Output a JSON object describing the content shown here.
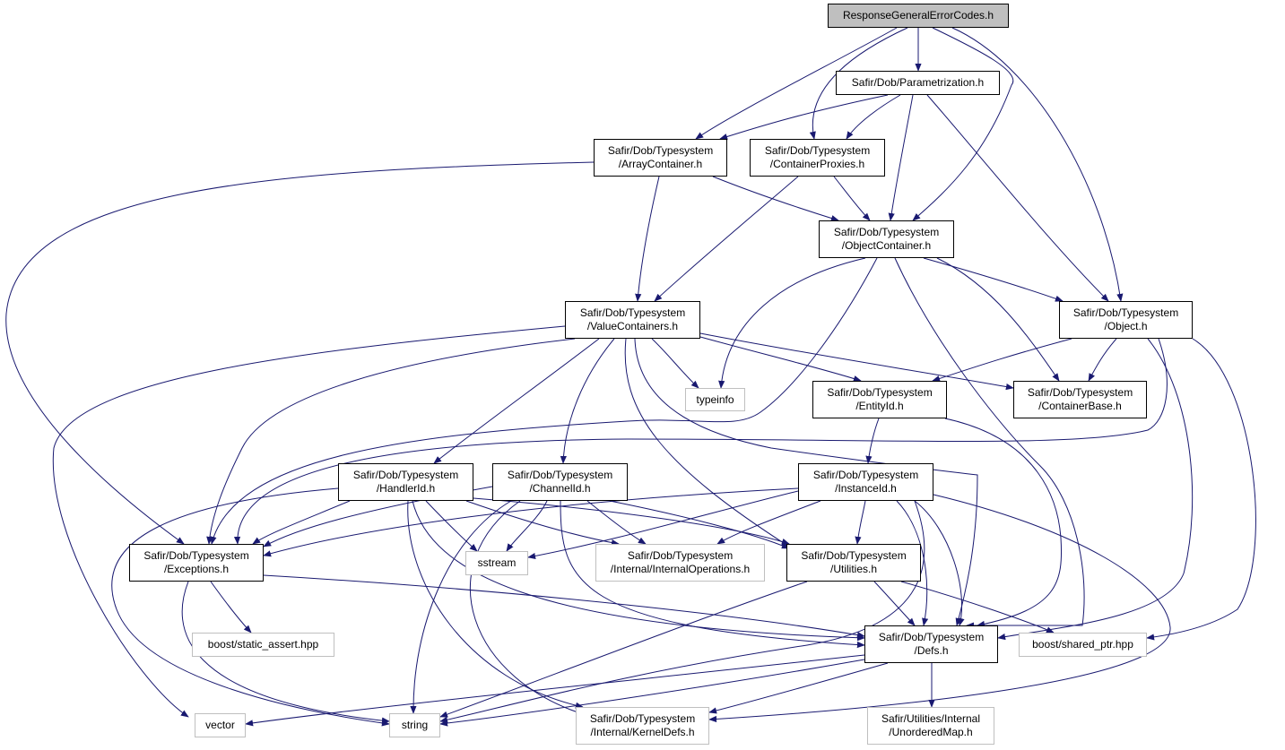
{
  "diagram": {
    "edge_color": "#191970",
    "root_fill": "#bfbfbf",
    "external_border": "#bfbfbf",
    "nodes": [
      {
        "id": "root",
        "label": "ResponseGeneralErrorCodes.h"
      },
      {
        "id": "param",
        "label": "Safir/Dob/Parametrization.h"
      },
      {
        "id": "array",
        "label": "Safir/Dob/Typesystem\n/ArrayContainer.h"
      },
      {
        "id": "proxies",
        "label": "Safir/Dob/Typesystem\n/ContainerProxies.h"
      },
      {
        "id": "objcont",
        "label": "Safir/Dob/Typesystem\n/ObjectContainer.h"
      },
      {
        "id": "valcont",
        "label": "Safir/Dob/Typesystem\n/ValueContainers.h"
      },
      {
        "id": "object",
        "label": "Safir/Dob/Typesystem\n/Object.h"
      },
      {
        "id": "typeinfo",
        "label": "typeinfo"
      },
      {
        "id": "entityid",
        "label": "Safir/Dob/Typesystem\n/EntityId.h"
      },
      {
        "id": "contbase",
        "label": "Safir/Dob/Typesystem\n/ContainerBase.h"
      },
      {
        "id": "handlerid",
        "label": "Safir/Dob/Typesystem\n/HandlerId.h"
      },
      {
        "id": "channelid",
        "label": "Safir/Dob/Typesystem\n/ChannelId.h"
      },
      {
        "id": "instanceid",
        "label": "Safir/Dob/Typesystem\n/InstanceId.h"
      },
      {
        "id": "exceptions",
        "label": "Safir/Dob/Typesystem\n/Exceptions.h"
      },
      {
        "id": "sstream",
        "label": "sstream"
      },
      {
        "id": "internalops",
        "label": "Safir/Dob/Typesystem\n/Internal/InternalOperations.h"
      },
      {
        "id": "utilities",
        "label": "Safir/Dob/Typesystem\n/Utilities.h"
      },
      {
        "id": "static_assert",
        "label": "boost/static_assert.hpp"
      },
      {
        "id": "defs",
        "label": "Safir/Dob/Typesystem\n/Defs.h"
      },
      {
        "id": "shared_ptr",
        "label": "boost/shared_ptr.hpp"
      },
      {
        "id": "vector",
        "label": "vector"
      },
      {
        "id": "string",
        "label": "string"
      },
      {
        "id": "kerneldefs",
        "label": "Safir/Dob/Typesystem\n/Internal/KernelDefs.h"
      },
      {
        "id": "unorderedmap",
        "label": "Safir/Utilities/Internal\n/UnorderedMap.h"
      }
    ]
  }
}
